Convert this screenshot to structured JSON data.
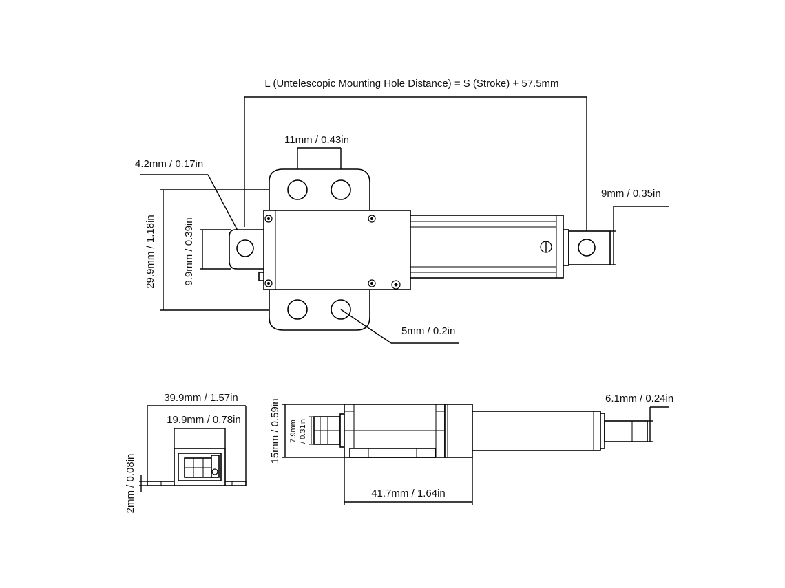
{
  "dimensions": {
    "mounting_distance": "L (Untelescopic Mounting Hole Distance) = S (Stroke) + 57.5mm",
    "hole_spacing": "11mm / 0.43in",
    "rear_hole_dia": "4.2mm / 0.17in",
    "front_hole_dia": "9mm / 0.35in",
    "overall_height": "29.9mm / 1.18in",
    "rear_tab_height": "9.9mm / 0.39in",
    "bracket_hole_dia": "5mm / 0.2in",
    "base_width": "39.9mm / 1.57in",
    "body_width": "19.9mm / 0.78in",
    "plate_thickness": "2mm / 0.08in",
    "body_height": "15mm / 0.59in",
    "gear_height_a": "7.9mm",
    "gear_height_b": "/ 0.31in",
    "body_length": "41.7mm / 1.64in",
    "rod_dia": "6.1mm / 0.24in"
  }
}
